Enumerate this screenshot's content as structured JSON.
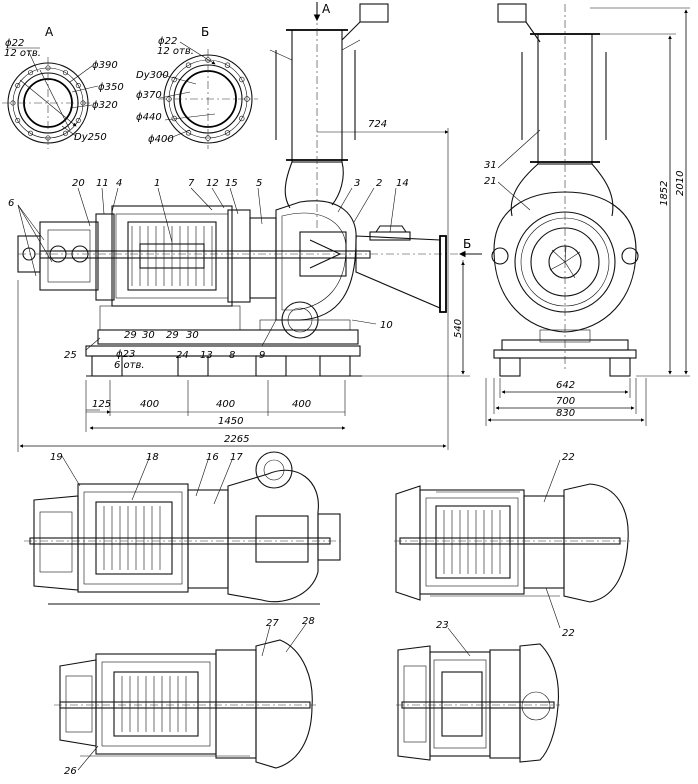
{
  "flange_a": {
    "view_letter": "А",
    "holes_dia": "ϕ22",
    "holes_count": "12 отв.",
    "d_outer": "ϕ390",
    "d_bolt": "ϕ350",
    "d_inner": "ϕ320",
    "d_nominal": "Dy250"
  },
  "flange_b": {
    "view_letter": "Б",
    "holes_dia": "ϕ22",
    "holes_count": "12 отв.",
    "d_nominal": "Dy300",
    "d_1": "ϕ370",
    "d_outer": "ϕ440",
    "d_bolt": "ϕ400"
  },
  "view_arrows": {
    "a": "А",
    "b": "Б"
  },
  "side_view": {
    "dim_724": "724",
    "dim_540": "540",
    "dim_125": "125",
    "dim_400a": "400",
    "dim_400b": "400",
    "dim_400c": "400",
    "dim_1450": "1450",
    "dim_2265": "2265",
    "holes_dia": "ϕ23",
    "holes_count": "6 отв."
  },
  "end_view": {
    "dim_642": "642",
    "dim_700": "700",
    "dim_830": "830",
    "dim_1852": "1852",
    "dim_2010": "2010"
  },
  "callouts": {
    "c1": "1",
    "c2": "2",
    "c3": "3",
    "c4": "4",
    "c5": "5",
    "c6": "6",
    "c7": "7",
    "c8": "8",
    "c9": "9",
    "c10": "10",
    "c11": "11",
    "c12": "12",
    "c13": "13",
    "c14": "14",
    "c15": "15",
    "c16": "16",
    "c17": "17",
    "c18": "18",
    "c19": "19",
    "c20": "20",
    "c21": "21",
    "c22a": "22",
    "c22b": "22",
    "c23": "23",
    "c24": "24",
    "c25": "25",
    "c26": "26",
    "c27": "27",
    "c28": "28",
    "c29a": "29",
    "c30a": "30",
    "c29b": "29",
    "c30b": "30",
    "c31": "31"
  }
}
